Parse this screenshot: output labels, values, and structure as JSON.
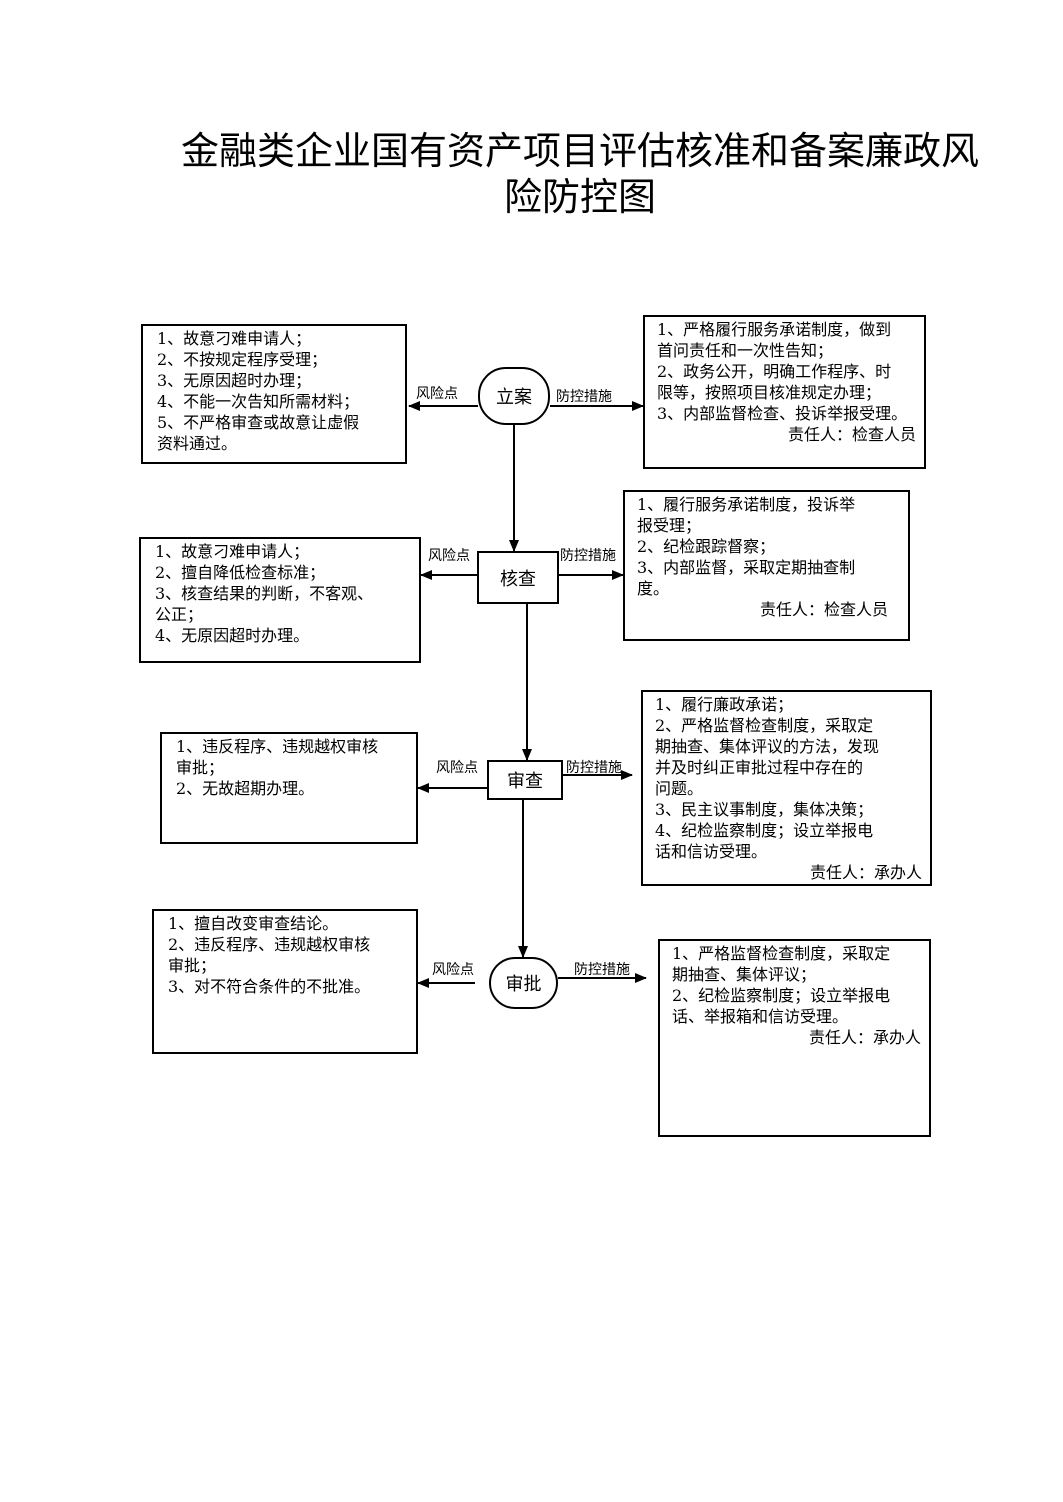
{
  "title": {
    "line1": "金融类企业国有资产项目评估核准和备案廉政风",
    "line2": "险防控图"
  },
  "labels": {
    "risk": "风险点",
    "control": "防控措施"
  },
  "steps": [
    {
      "name": "立案",
      "risks": [
        "1、故意刁难申请人；",
        "2、不按规定程序受理；",
        "3、无原因超时办理；",
        "4、不能一次告知所需材料；",
        "5、不严格审查或故意让虚假",
        "资料通过。"
      ],
      "controls": [
        "1、严格履行服务承诺制度，做到",
        "首问责任和一次性告知；",
        "2、政务公开，明确工作程序、时",
        "限等，按照项目核准规定办理；",
        "3、内部监督检查、投诉举报受理。"
      ],
      "responsible": "责任人：检查人员"
    },
    {
      "name": "核查",
      "risks": [
        "1、故意刁难申请人；",
        "2、擅自降低检查标准；",
        "3、核查结果的判断，不客观、",
        "公正；",
        "4、无原因超时办理。"
      ],
      "controls": [
        "1、履行服务承诺制度，投诉举",
        "报受理；",
        "2、纪检跟踪督察；",
        "3、内部监督，采取定期抽查制",
        "度。"
      ],
      "responsible": "责任人：检查人员"
    },
    {
      "name": "审查",
      "risks": [
        "1、违反程序、违规越权审核",
        "审批；",
        "2、无故超期办理。"
      ],
      "controls": [
        "1、履行廉政承诺；",
        "2、严格监督检查制度，采取定",
        "期抽查、集体评议的方法，发现",
        "并及时纠正审批过程中存在的",
        "问题。",
        "3、民主议事制度，集体决策；",
        "4、纪检监察制度；设立举报电",
        "话和信访受理。"
      ],
      "responsible": "责任人：承办人"
    },
    {
      "name": "审批",
      "risks": [
        "1、擅自改变审查结论。",
        "2、违反程序、违规越权审核",
        "审批；",
        "3、对不符合条件的不批准。"
      ],
      "controls": [
        "1、严格监督检查制度，采取定",
        "期抽查、集体评议；",
        "2、纪检监察制度；设立举报电",
        "话、举报箱和信访受理。"
      ],
      "responsible": "责任人：承办人"
    }
  ]
}
